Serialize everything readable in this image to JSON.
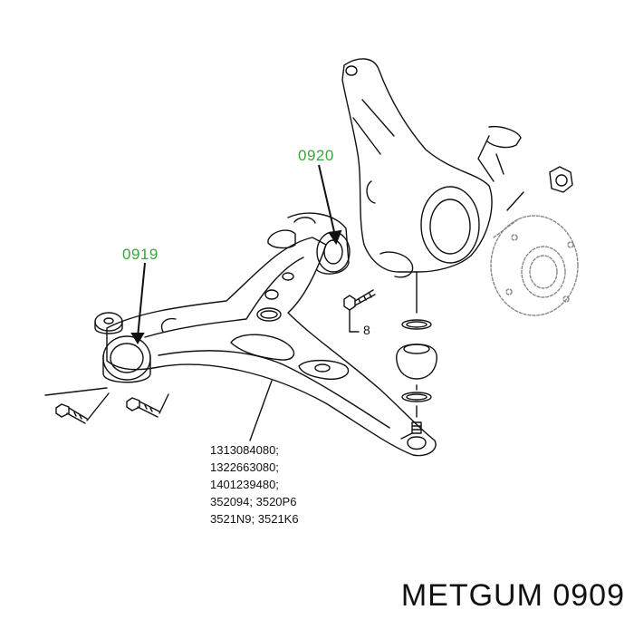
{
  "callouts": {
    "bushing_rear": "0919",
    "bushing_front": "0920"
  },
  "bolt_label": "8",
  "part_numbers": [
    "1313084080;",
    "1322663080;",
    "1401239480;",
    "352094; 3520P6",
    "3521N9; 3521K6"
  ],
  "footer": {
    "brand_part": "METGUM 0909"
  },
  "colors": {
    "callout_green": "#3aa53a",
    "line": "#111111",
    "hub_dashed": "#888888"
  }
}
